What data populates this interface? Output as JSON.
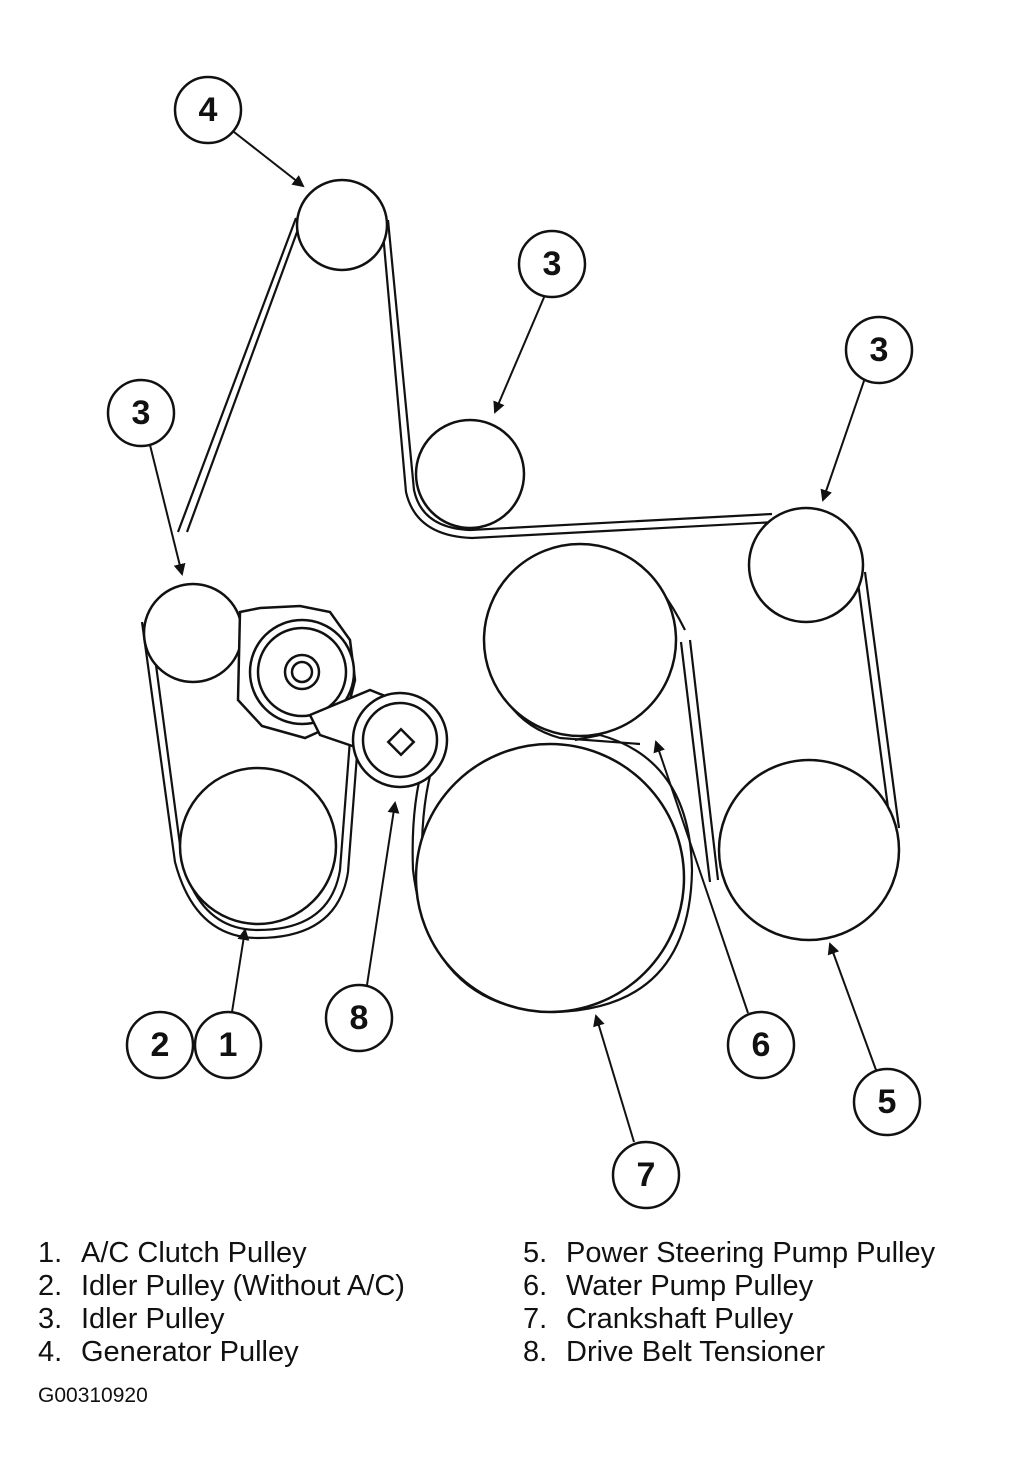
{
  "callouts": {
    "generator": "4",
    "idler_top": "3",
    "idler_right": "3",
    "idler_left": "3",
    "idler_without_ac": "2",
    "ac_clutch": "1",
    "tensioner": "8",
    "water_pump": "6",
    "power_steering": "5",
    "crankshaft": "7"
  },
  "legend": {
    "left": [
      {
        "num": "1.",
        "label": "A/C Clutch Pulley"
      },
      {
        "num": "2.",
        "label": "Idler Pulley (Without A/C)"
      },
      {
        "num": "3.",
        "label": "Idler Pulley"
      },
      {
        "num": "4.",
        "label": "Generator Pulley"
      }
    ],
    "right": [
      {
        "num": "5.",
        "label": "Power Steering Pump Pulley"
      },
      {
        "num": "6.",
        "label": "Water Pump Pulley"
      },
      {
        "num": "7.",
        "label": "Crankshaft Pulley"
      },
      {
        "num": "8.",
        "label": "Drive Belt Tensioner"
      }
    ]
  },
  "figure_id": "G00310920"
}
